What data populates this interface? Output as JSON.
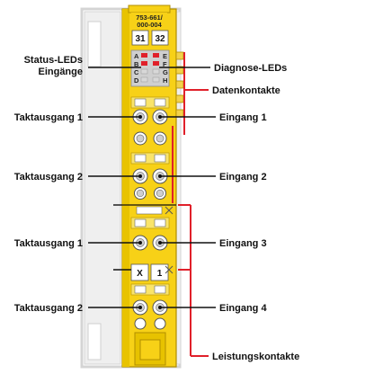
{
  "module": {
    "part_number_line1": "753-661/",
    "part_number_line2": "000-004",
    "slot_left": "31",
    "slot_right": "32",
    "marker_left": "X",
    "marker_right": "1",
    "led_letters_left": [
      "A",
      "B",
      "C",
      "D"
    ],
    "led_letters_right": [
      "E",
      "F",
      "G",
      "H"
    ]
  },
  "labels": {
    "status_leds": "Status-LEDs",
    "status_leds_sub": "Eingänge",
    "diagnose_leds": "Diagnose-LEDs",
    "datenkontakte": "Datenkontakte",
    "left": [
      "Taktausgang 1",
      "Taktausgang 2",
      "Taktausgang 1",
      "Taktausgang 2"
    ],
    "right": [
      "Eingang 1",
      "Eingang 2",
      "Eingang 3",
      "Eingang 4"
    ],
    "leistungskontakte": "Leistungskontakte"
  },
  "colors": {
    "module_yellow": "#f7d117",
    "module_dark_yellow": "#e0b400",
    "rail_gray": "#d9d9d9",
    "led_red": "#e0202a",
    "callout_red": "#e0202a",
    "line_black": "#111111"
  }
}
